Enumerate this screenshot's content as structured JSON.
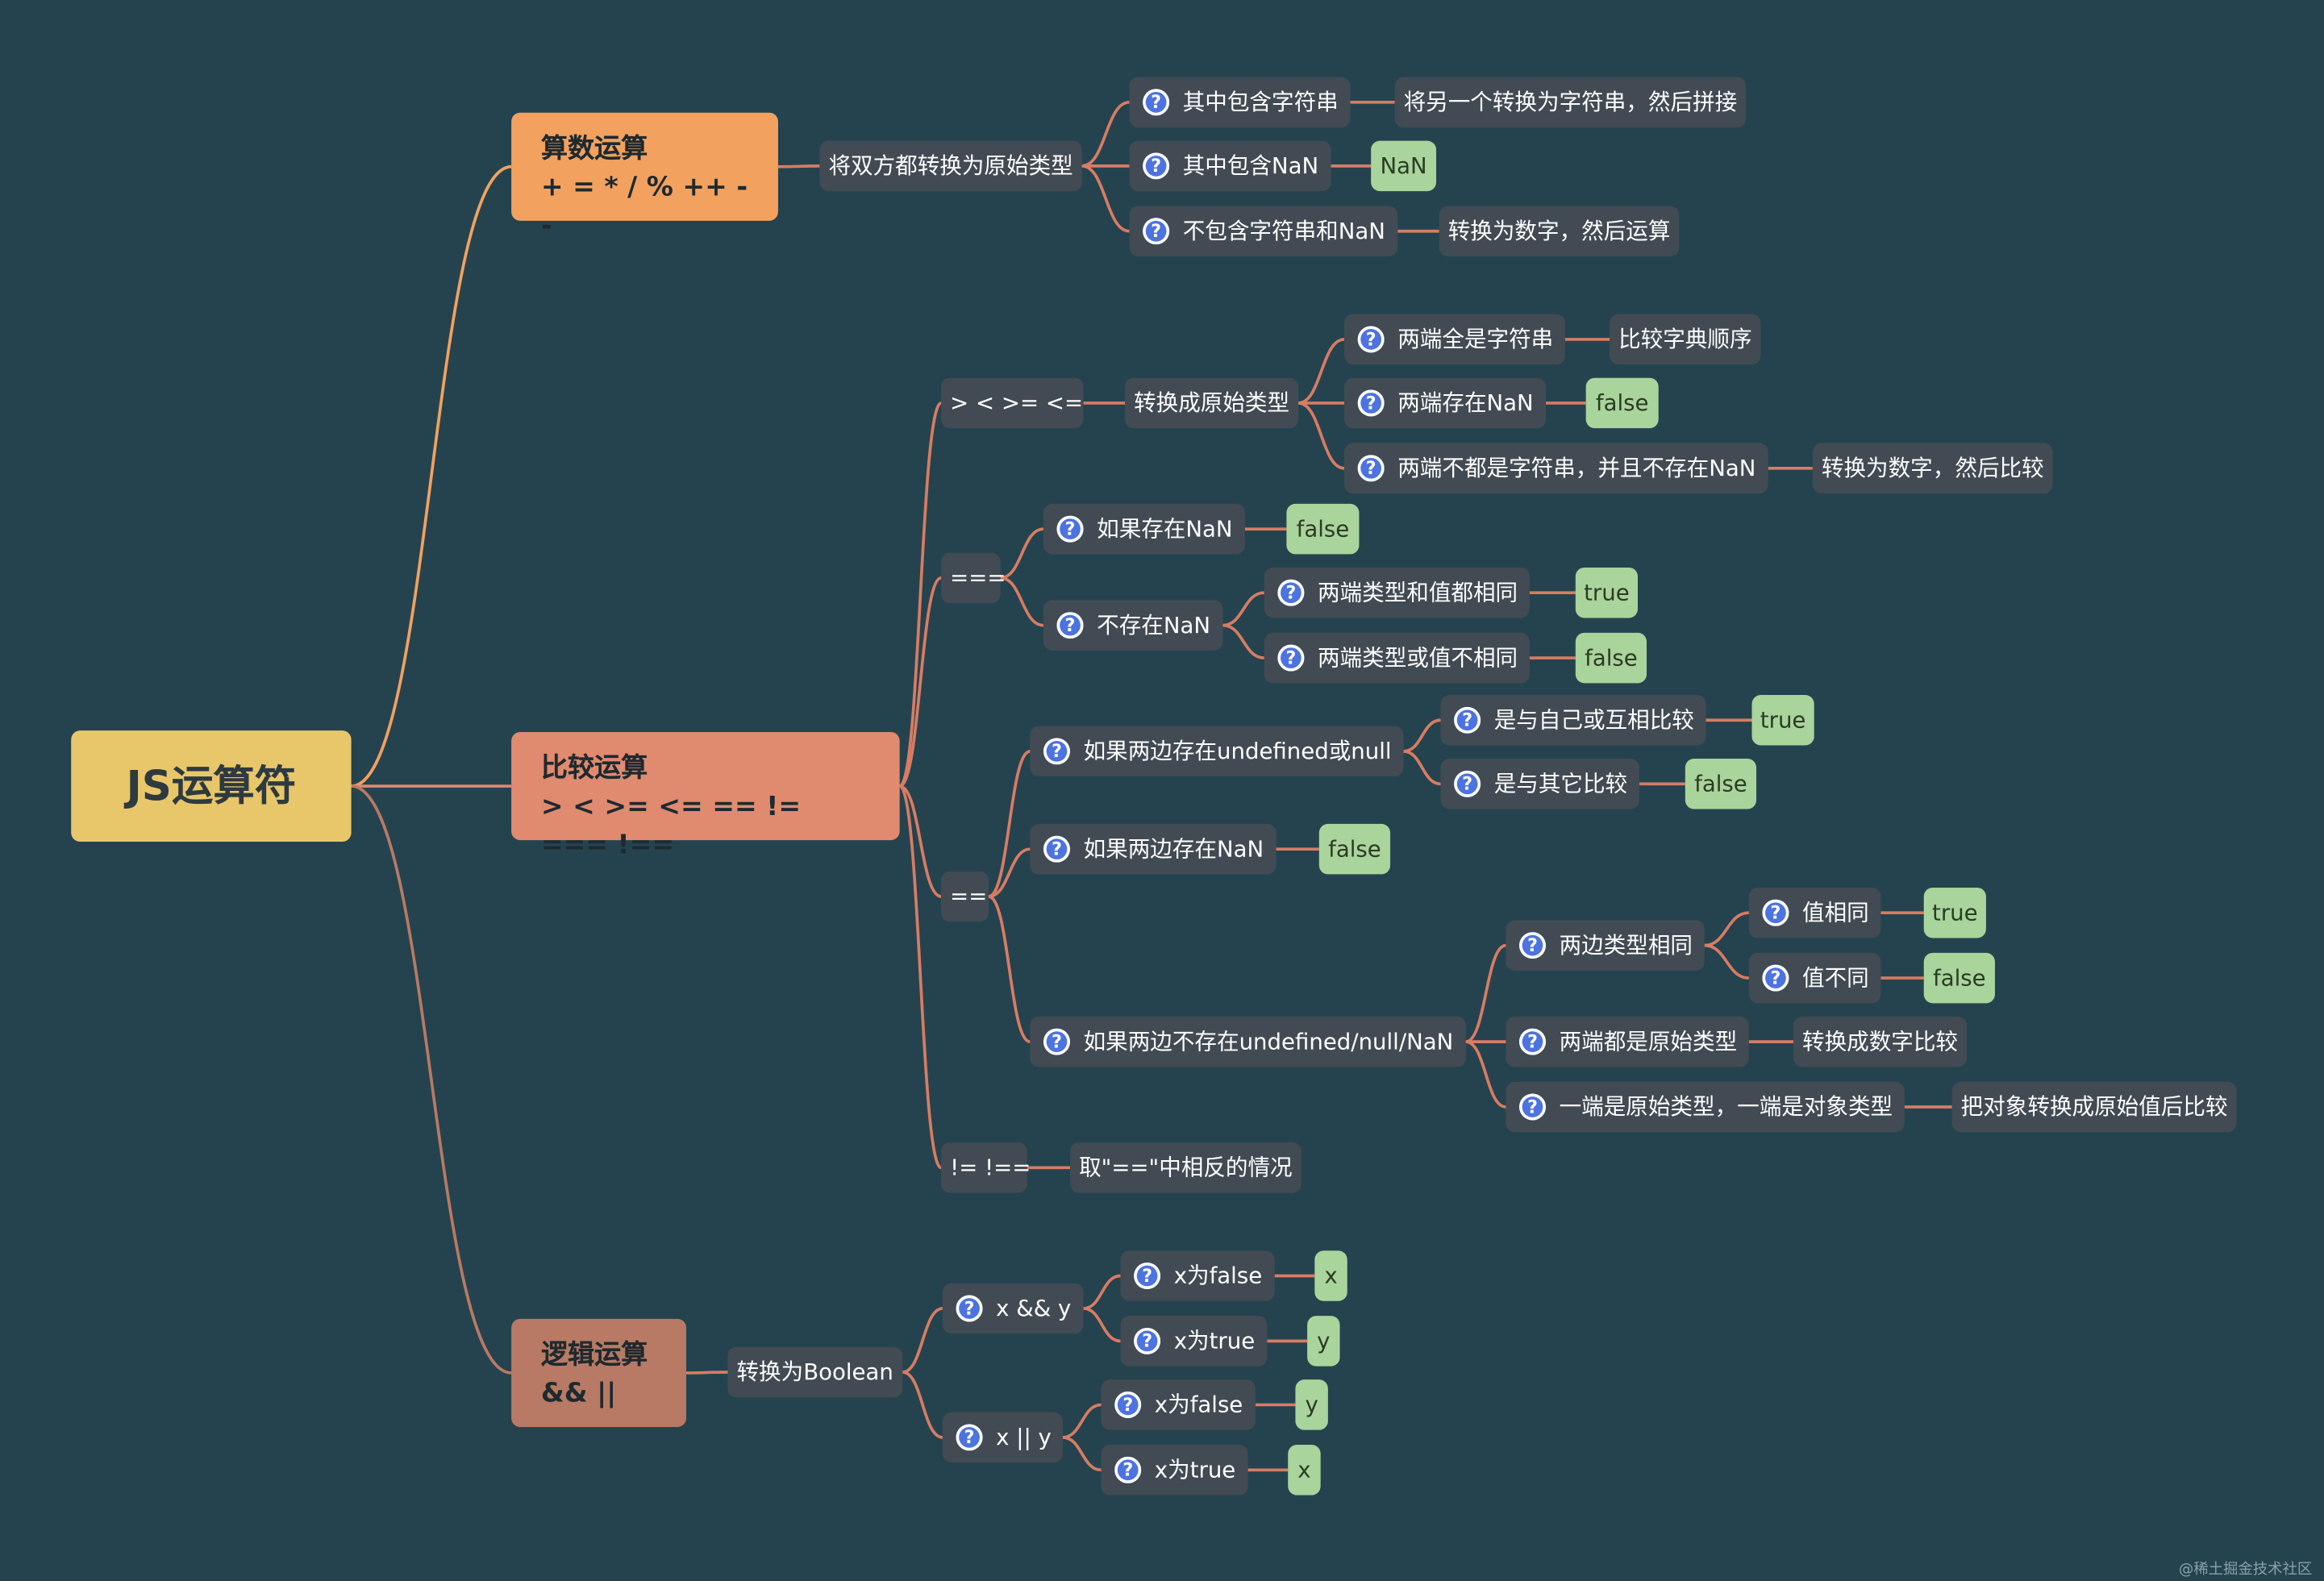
{
  "root": "JS运算符",
  "colors": {
    "background": "#25434f",
    "root": "#e8c76a",
    "arith": "#f2a15f",
    "compare": "#e08a6f",
    "logic": "#b87a64",
    "node": "#424b53",
    "leaf": "#a9d49b",
    "connector": "#d87c63",
    "question_icon": "#4d73e0"
  },
  "icon": "question-circle-icon",
  "arith": {
    "title": "算数运算",
    "ops": "+ = * / % ++ --",
    "convert": "将双方都转换为原始类型",
    "c1": "其中包含字符串",
    "c1_result": "将另一个转换为字符串，然后拼接",
    "c2": "其中包含NaN",
    "c2_result": "NaN",
    "c3": "不包含字符串和NaN",
    "c3_result": "转换为数字，然后运算"
  },
  "compare": {
    "title": "比较运算",
    "ops": "> < >= <= == != === !==",
    "rel": {
      "label": ">  <  >=  <=",
      "convert": "转换成原始类型",
      "c1": "两端全是字符串",
      "c1_result": "比较字典顺序",
      "c2": "两端存在NaN",
      "c2_result": "false",
      "c3": "两端不都是字符串，并且不存在NaN",
      "c3_result": "转换为数字，然后比较"
    },
    "strict": {
      "label": "===",
      "c1": "如果存在NaN",
      "c1_result": "false",
      "c2": "不存在NaN",
      "c2a": "两端类型和值都相同",
      "c2a_result": "true",
      "c2b": "两端类型或值不相同",
      "c2b_result": "false"
    },
    "loose": {
      "label": "==",
      "c1": "如果两边存在undefined或null",
      "c1a": "是与自己或互相比较",
      "c1a_result": "true",
      "c1b": "是与其它比较",
      "c1b_result": "false",
      "c2": "如果两边存在NaN",
      "c2_result": "false",
      "c3": "如果两边不存在undefined/null/NaN",
      "c3a": "两边类型相同",
      "c3a1": "值相同",
      "c3a1_result": "true",
      "c3a2": "值不同",
      "c3a2_result": "false",
      "c3b": "两端都是原始类型",
      "c3b_result": "转换成数字比较",
      "c3c": "一端是原始类型，一端是对象类型",
      "c3c_result": "把对象转换成原始值后比较"
    },
    "neq": {
      "label": "!=  !==",
      "result": "取\"==\"中相反的情况"
    }
  },
  "logic": {
    "title": "逻辑运算",
    "ops": "&&  ||",
    "convert": "转换为Boolean",
    "and": {
      "label": "x && y",
      "c1": "x为false",
      "c1_result": "x",
      "c2": "x为true",
      "c2_result": "y"
    },
    "or": {
      "label": "x || y",
      "c1": "x为false",
      "c1_result": "y",
      "c2": "x为true",
      "c2_result": "x"
    }
  },
  "watermark": "@稀土掘金技术社区"
}
